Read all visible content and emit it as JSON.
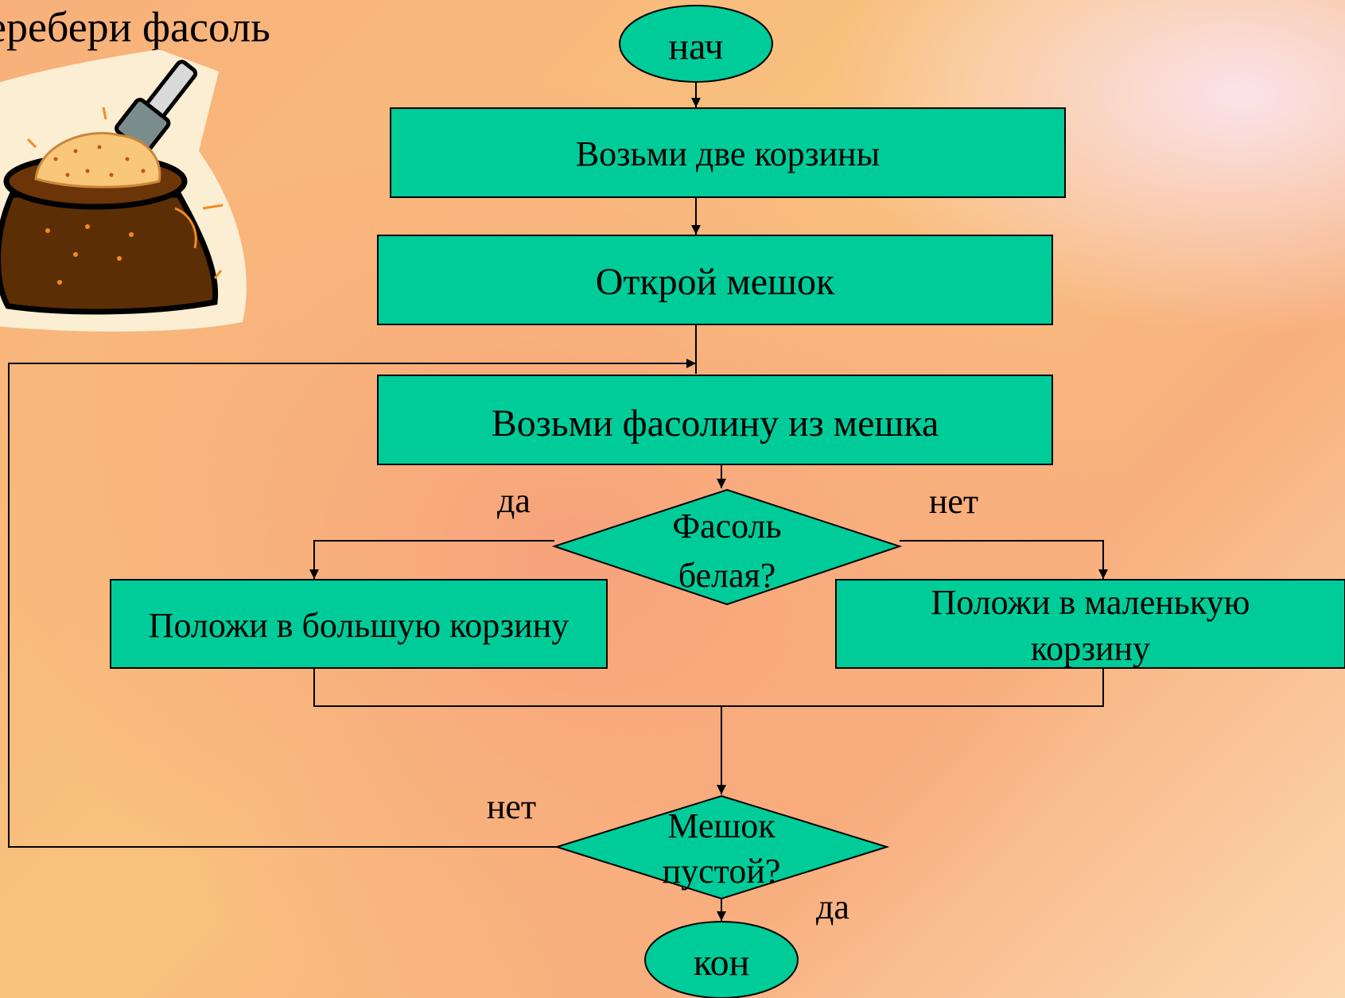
{
  "page_title": "Перебери фасоль",
  "nodes": {
    "start": "нач",
    "take_baskets": "Возьми две корзины",
    "open_bag": "Открой мешок",
    "take_bean": "Возьми фасолину из мешка",
    "decision_white": [
      "Фасоль",
      "белая?"
    ],
    "put_big": "Положи в большую корзину",
    "put_small": [
      "Положи в маленькую",
      "корзину"
    ],
    "decision_empty": [
      "Мешок",
      "пустой?"
    ],
    "end": "кон"
  },
  "edge_labels": {
    "white_yes": "да",
    "white_no": "нет",
    "empty_no": "нет",
    "empty_yes": "да"
  },
  "colors": {
    "process_fill": "#00cc99",
    "stroke": "#000000"
  },
  "icons": [
    "bean-sack-icon"
  ]
}
